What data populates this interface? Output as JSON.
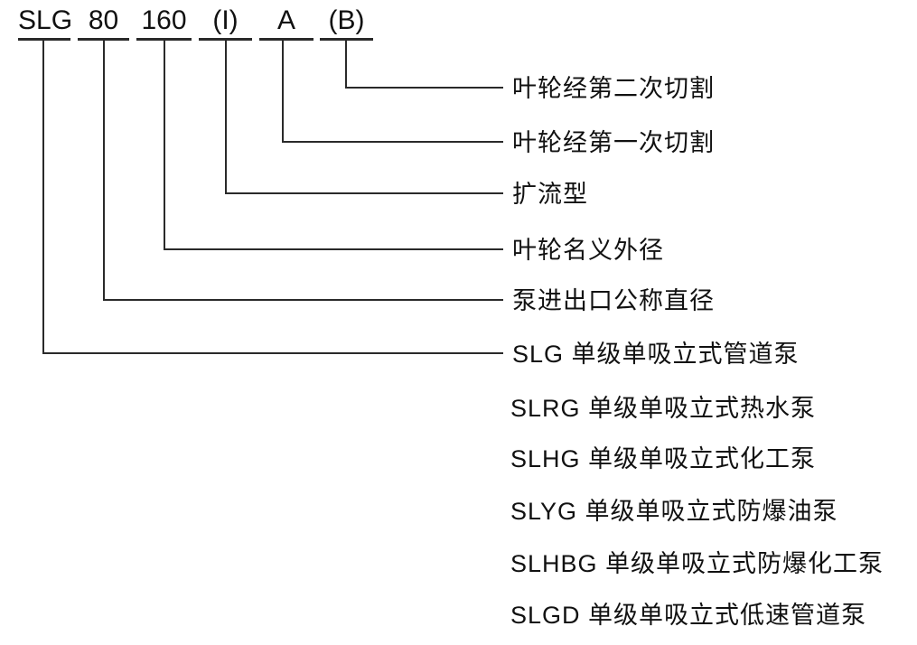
{
  "diagram": {
    "title_meaning": "pump model designation",
    "code_segments": [
      "SLG",
      "80",
      "160",
      "(I)",
      "A",
      "(B)"
    ],
    "callouts": [
      {
        "segment": "(B)",
        "label": "叶轮经第二次切割"
      },
      {
        "segment": "A",
        "label": "叶轮经第一次切割"
      },
      {
        "segment": "(I)",
        "label": "扩流型"
      },
      {
        "segment": "160",
        "label": "叶轮名义外径"
      },
      {
        "segment": "80",
        "label": "泵进出口公称直径"
      },
      {
        "segment": "SLG",
        "label": "SLG 单级单吸立式管道泵"
      }
    ],
    "pump_series": [
      "SLRG 单级单吸立式热水泵",
      "SLHG 单级单吸立式化工泵",
      "SLYG 单级单吸立式防爆油泵",
      "SLHBG 单级单吸立式防爆化工泵",
      "SLGD 单级单吸立式低速管道泵"
    ],
    "colors": {
      "text": "#111111",
      "line": "#2a2a2a",
      "background": "#ffffff"
    }
  }
}
